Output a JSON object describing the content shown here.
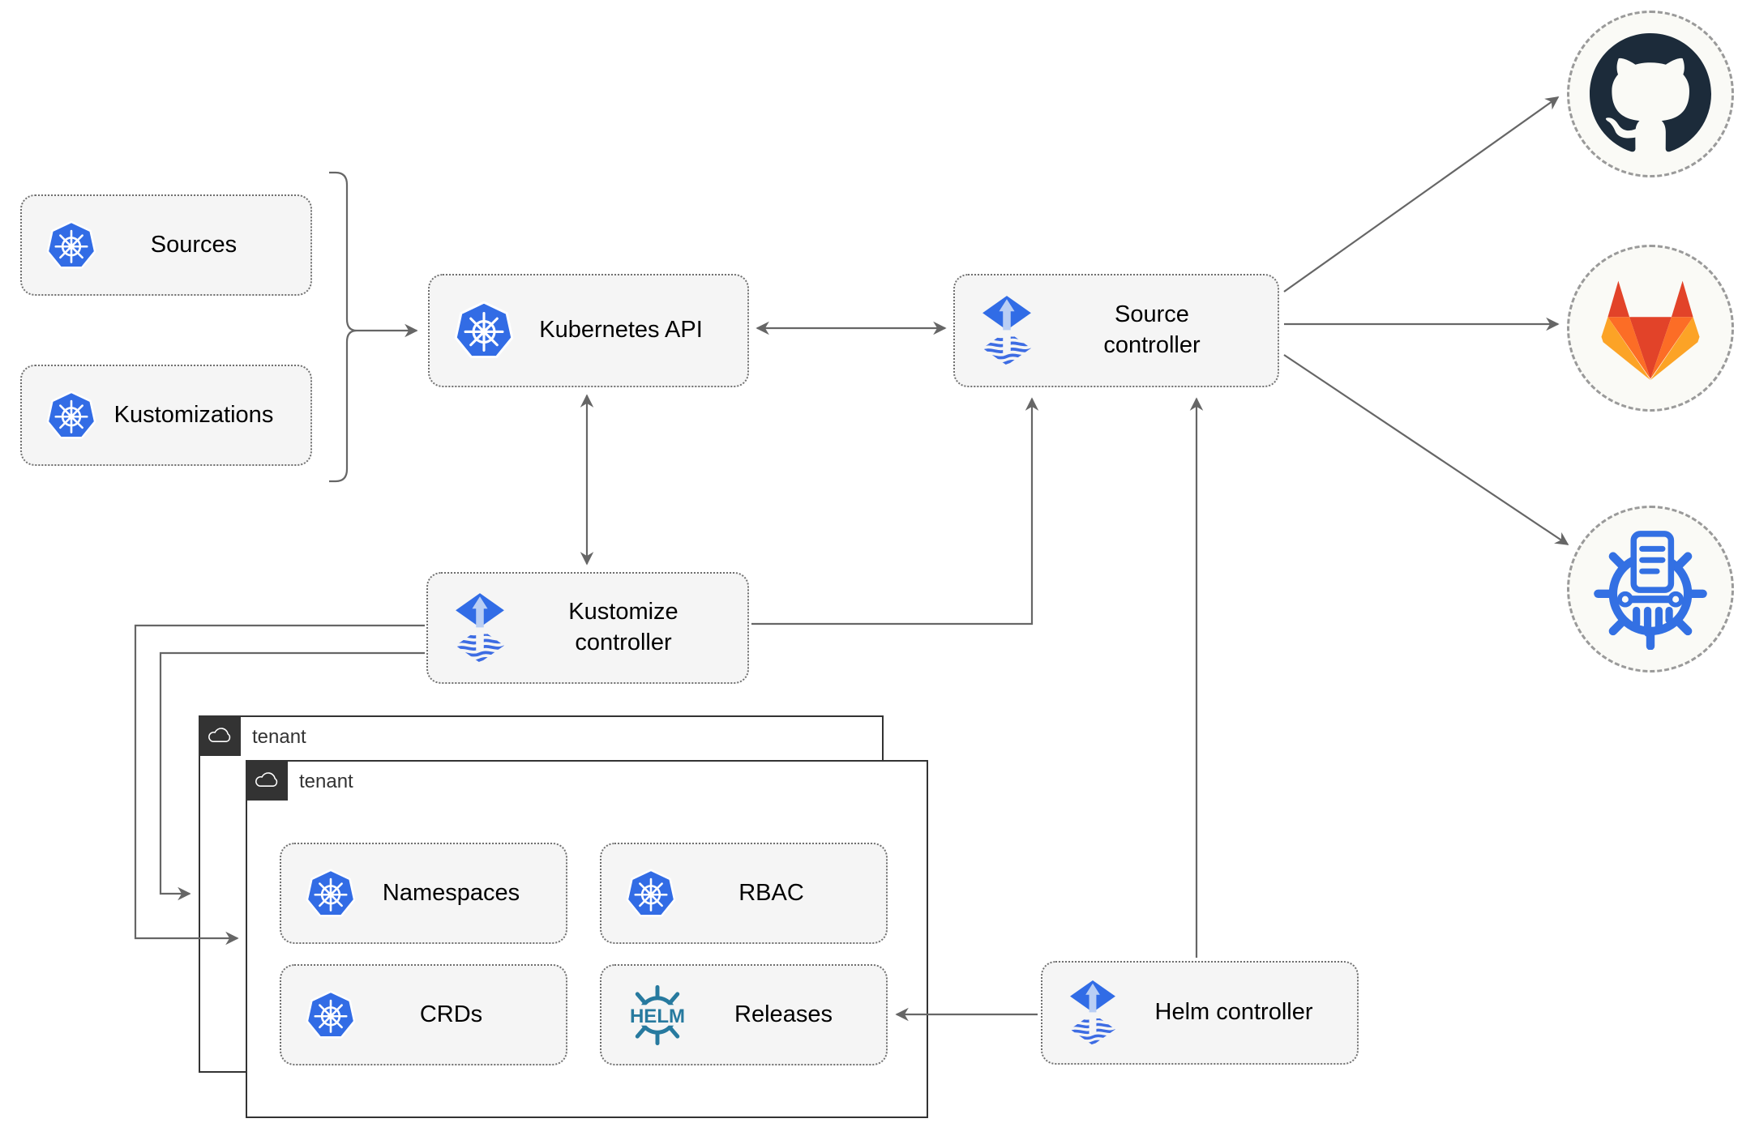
{
  "nodes": {
    "sources": {
      "label": "Sources"
    },
    "kustomizations": {
      "label": "Kustomizations"
    },
    "kubernetes_api": {
      "label": "Kubernetes API"
    },
    "source_controller": {
      "label": "Source controller"
    },
    "kustomize_controller": {
      "label": "Kustomize controller"
    },
    "helm_controller": {
      "label": "Helm controller"
    },
    "namespaces": {
      "label": "Namespaces"
    },
    "rbac": {
      "label": "RBAC"
    },
    "crds": {
      "label": "CRDs"
    },
    "releases": {
      "label": "Releases"
    }
  },
  "groups": {
    "outer_tenant": {
      "label": "tenant"
    },
    "inner_tenant": {
      "label": "tenant"
    }
  },
  "icons": {
    "helm_logo_text": "HELM",
    "list": [
      "kubernetes-icon",
      "flux-icon",
      "helm-icon",
      "cloud-icon",
      "github-icon",
      "gitlab-icon",
      "kustomize-wheel-icon"
    ]
  },
  "colors": {
    "kubernetes_blue": "#326CE5",
    "flux_blue": "#316CE6",
    "flux_light_arrow": "#B9CEF4",
    "helm_teal": "#277A9F",
    "github_dark": "#1C2B3A",
    "gitlab_red": "#E24329",
    "gitlab_orange": "#FC6D26",
    "gitlab_yellow": "#FCA326",
    "box_fill": "#F5F5F5",
    "connector_gray": "#666666",
    "tenant_border": "#333333"
  }
}
